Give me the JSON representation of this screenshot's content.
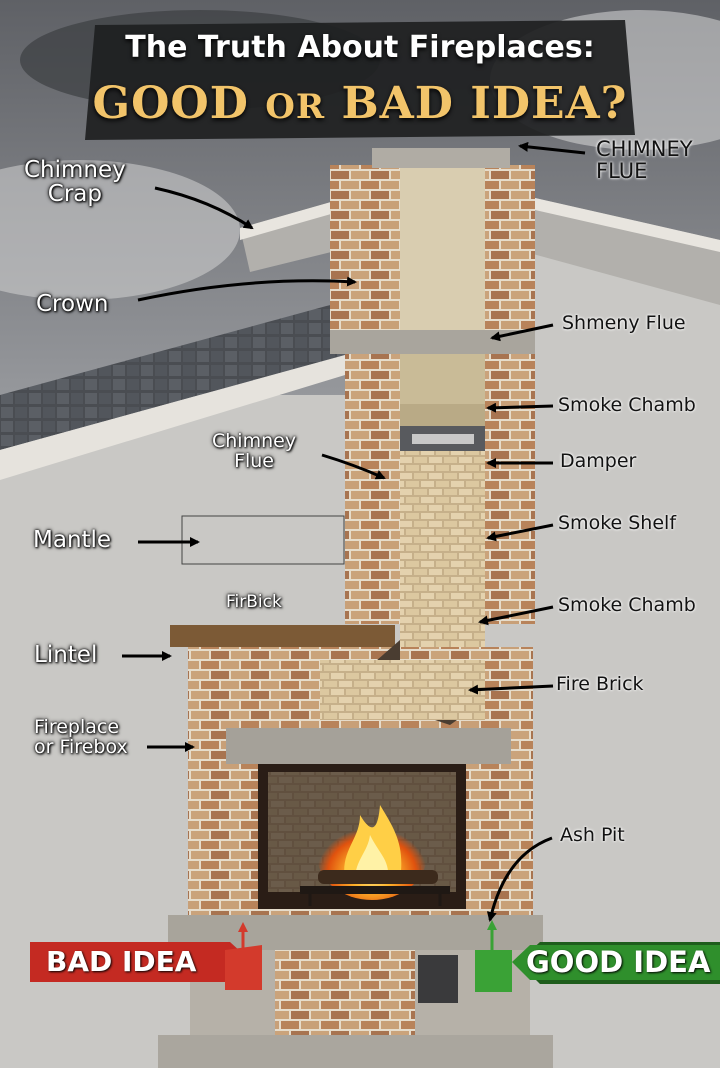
{
  "title": {
    "line1": "The Truth About Fireplaces:",
    "line2_a": "GOOD",
    "line2_b": "OR",
    "line2_c": "BAD IDEA?"
  },
  "labels": {
    "chimney_crap": [
      "Chimney",
      "Crap"
    ],
    "crown": "Crown",
    "chimney_flue_left": [
      "Chimney",
      "Flue"
    ],
    "mantle": "Mantle",
    "fire_brick_left": "FirBick",
    "lintel": "Lintel",
    "fireplace": [
      "Fireplace",
      "or Firebox"
    ],
    "chimney_flue_right": [
      "CHIMNEY",
      "FLUE"
    ],
    "shmeny_flue": "Shmeny Flue",
    "smoke_chamber_1": "Smoke Chamb",
    "damper": "Damper",
    "smoke_shelf": "Smoke Shelf",
    "smoke_chamber_2": "Smoke Chamb",
    "fire_brick_right": "Fire Brick",
    "ash_pit": "Ash Pit"
  },
  "badges": {
    "bad": "BAD IDEA",
    "good": "GOOD IDEA"
  },
  "colors": {
    "bad_red": "#c42a22",
    "good_green": "#2f8f2c",
    "title_gold": "#f2c46a",
    "brick": "#b88a5e",
    "wall": "#c9c8c5"
  }
}
